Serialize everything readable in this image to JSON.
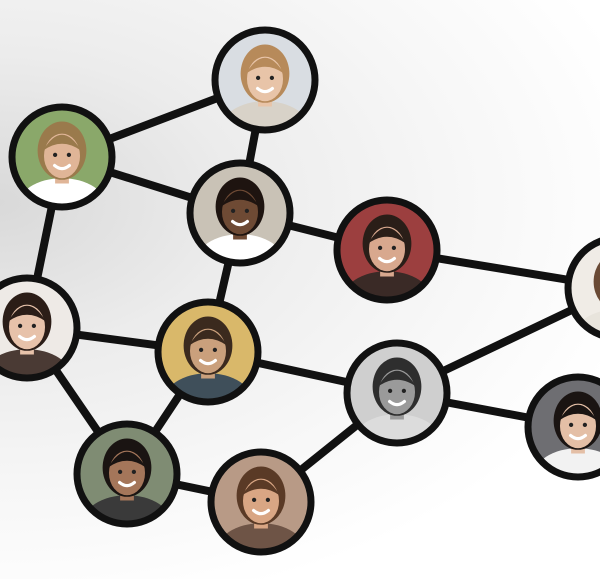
{
  "diagram": {
    "type": "social-network",
    "colors": {
      "edge": "#111111",
      "node_ring": "#111111"
    },
    "nodes": [
      {
        "id": "woman-blonde-top",
        "icon": "person-photo-icon",
        "skin": "#e8c4a8",
        "hair": "#b78a5a",
        "shirt": "#d8d2c8",
        "bg": "#d9dde2"
      },
      {
        "id": "man-blonde-outdoor",
        "icon": "person-photo-icon",
        "skin": "#e0b597",
        "hair": "#9a7a4c",
        "shirt": "#ffffff",
        "bg": "#8aa86a"
      },
      {
        "id": "woman-braids",
        "icon": "person-photo-icon",
        "skin": "#6e4a34",
        "hair": "#1e1410",
        "shirt": "#ffffff",
        "bg": "#c9c2b6"
      },
      {
        "id": "man-glasses-red",
        "icon": "person-photo-icon",
        "skin": "#d8a88e",
        "hair": "#2a1e18",
        "shirt": "#3a2a26",
        "bg": "#9c3f3f"
      },
      {
        "id": "right-edge-partial",
        "icon": "person-photo-icon",
        "skin": "#e6c7ae",
        "hair": "#6a4a35",
        "shirt": "#e8e4dc",
        "bg": "#f0ece6"
      },
      {
        "id": "woman-dark-hair-left",
        "icon": "person-photo-icon",
        "skin": "#e7c2aa",
        "hair": "#2b1d17",
        "shirt": "#4a3a34",
        "bg": "#eeeae6"
      },
      {
        "id": "man-glasses-center",
        "icon": "person-photo-icon",
        "skin": "#caa07c",
        "hair": "#3b2a1e",
        "shirt": "#3f4f5a",
        "bg": "#d9b86a"
      },
      {
        "id": "man-bw-center",
        "icon": "person-photo-icon",
        "skin": "#9a9a9a",
        "hair": "#2e2e2e",
        "shirt": "#dcdcdc",
        "bg": "#cfcfcf"
      },
      {
        "id": "woman-asian-right",
        "icon": "person-photo-icon",
        "skin": "#e4bfa6",
        "hair": "#1a1412",
        "shirt": "#f2f2f2",
        "bg": "#6e6e72"
      },
      {
        "id": "man-bottom-left",
        "icon": "person-photo-icon",
        "skin": "#a4765a",
        "hair": "#1a1412",
        "shirt": "#3a3a3a",
        "bg": "#7f8c73"
      },
      {
        "id": "woman-hat-bottom",
        "icon": "person-photo-icon",
        "skin": "#d9a684",
        "hair": "#5a3a26",
        "shirt": "#6e5446",
        "bg": "#b89a86"
      }
    ],
    "edges": [
      [
        "man-blonde-outdoor",
        "woman-blonde-top"
      ],
      [
        "woman-blonde-top",
        "woman-braids"
      ],
      [
        "man-blonde-outdoor",
        "woman-braids"
      ],
      [
        "man-blonde-outdoor",
        "woman-dark-hair-left"
      ],
      [
        "woman-braids",
        "man-glasses-red"
      ],
      [
        "woman-braids",
        "man-glasses-center"
      ],
      [
        "man-glasses-red",
        "right-edge-partial"
      ],
      [
        "woman-dark-hair-left",
        "man-glasses-center"
      ],
      [
        "woman-dark-hair-left",
        "man-bottom-left"
      ],
      [
        "man-glasses-center",
        "man-bw-center"
      ],
      [
        "man-glasses-center",
        "man-bottom-left"
      ],
      [
        "man-bw-center",
        "right-edge-partial"
      ],
      [
        "man-bw-center",
        "woman-asian-right"
      ],
      [
        "man-bw-center",
        "woman-hat-bottom"
      ],
      [
        "man-bottom-left",
        "woman-hat-bottom"
      ]
    ]
  }
}
